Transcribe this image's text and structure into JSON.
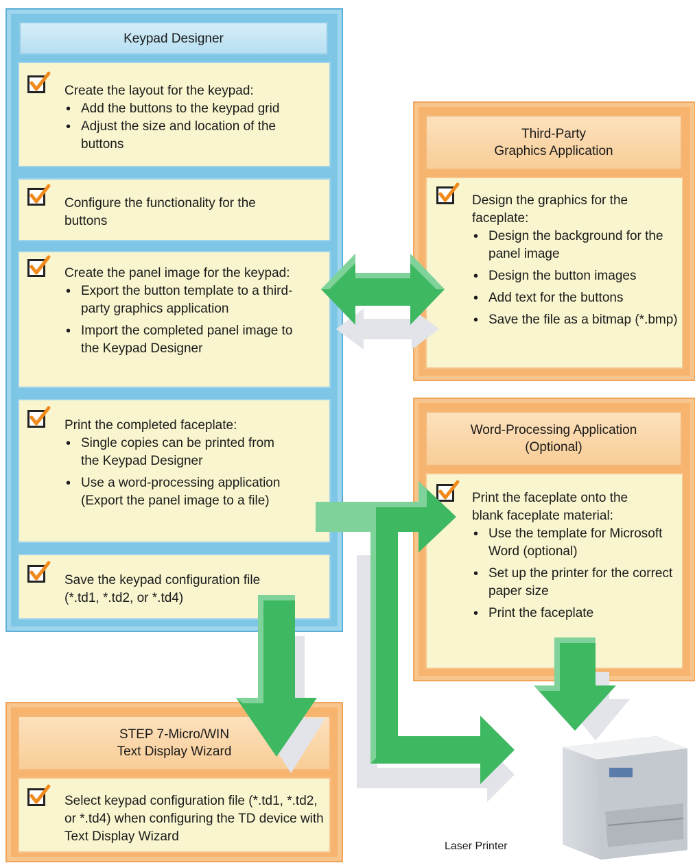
{
  "keypad_designer": {
    "title": "Keypad Designer",
    "step1": {
      "intro": "Create the layout for the keypad:",
      "bullets": [
        "Add the buttons to the keypad grid",
        "Adjust the size and location of the buttons"
      ]
    },
    "step2": {
      "intro": "Configure the functionality for the buttons"
    },
    "step3": {
      "intro": "Create the panel image for the keypad:",
      "bullets": [
        "Export the button template to a third-party graphics application",
        "Import the completed panel image to the Keypad Designer"
      ]
    },
    "step4": {
      "intro": "Print the completed faceplate:",
      "bullets": [
        "Single copies can be printed from the Keypad Designer",
        "Use a word-processing application (Export the panel image to a file)"
      ]
    },
    "step5": {
      "intro": "Save the keypad configuration file (*.td1, *.td2, or *.td4)"
    }
  },
  "graphics_app": {
    "title_line1": "Third-Party",
    "title_line2": "Graphics Application",
    "intro": "Design the graphics for the faceplate:",
    "bullets": [
      "Design the background for the panel image",
      "Design the button images",
      "Add text for the buttons",
      "Save the file as a bitmap (*.bmp)"
    ]
  },
  "word_app": {
    "title_line1": "Word-Processing Application",
    "title_line2": "(Optional)",
    "intro": "Print the faceplate onto the blank faceplate material:",
    "bullets": [
      "Use the template for Microsoft Word (optional)",
      "Set up the printer for the correct paper size",
      "Print the faceplate"
    ]
  },
  "wizard": {
    "title_line1": "STEP 7-Micro/WIN",
    "title_line2": "Text Display Wizard",
    "intro": "Select keypad configuration file (*.td1, *.td2, or *.td4) when configuring the TD device with Text Display Wizard"
  },
  "printer": {
    "label": "Laser Printer"
  },
  "colors": {
    "arrow": "#3fb862",
    "arrow_light": "#7fd39a",
    "shadow": "#e2e4ea",
    "blue": "#7ec6e6",
    "orange": "#f6b46e"
  }
}
